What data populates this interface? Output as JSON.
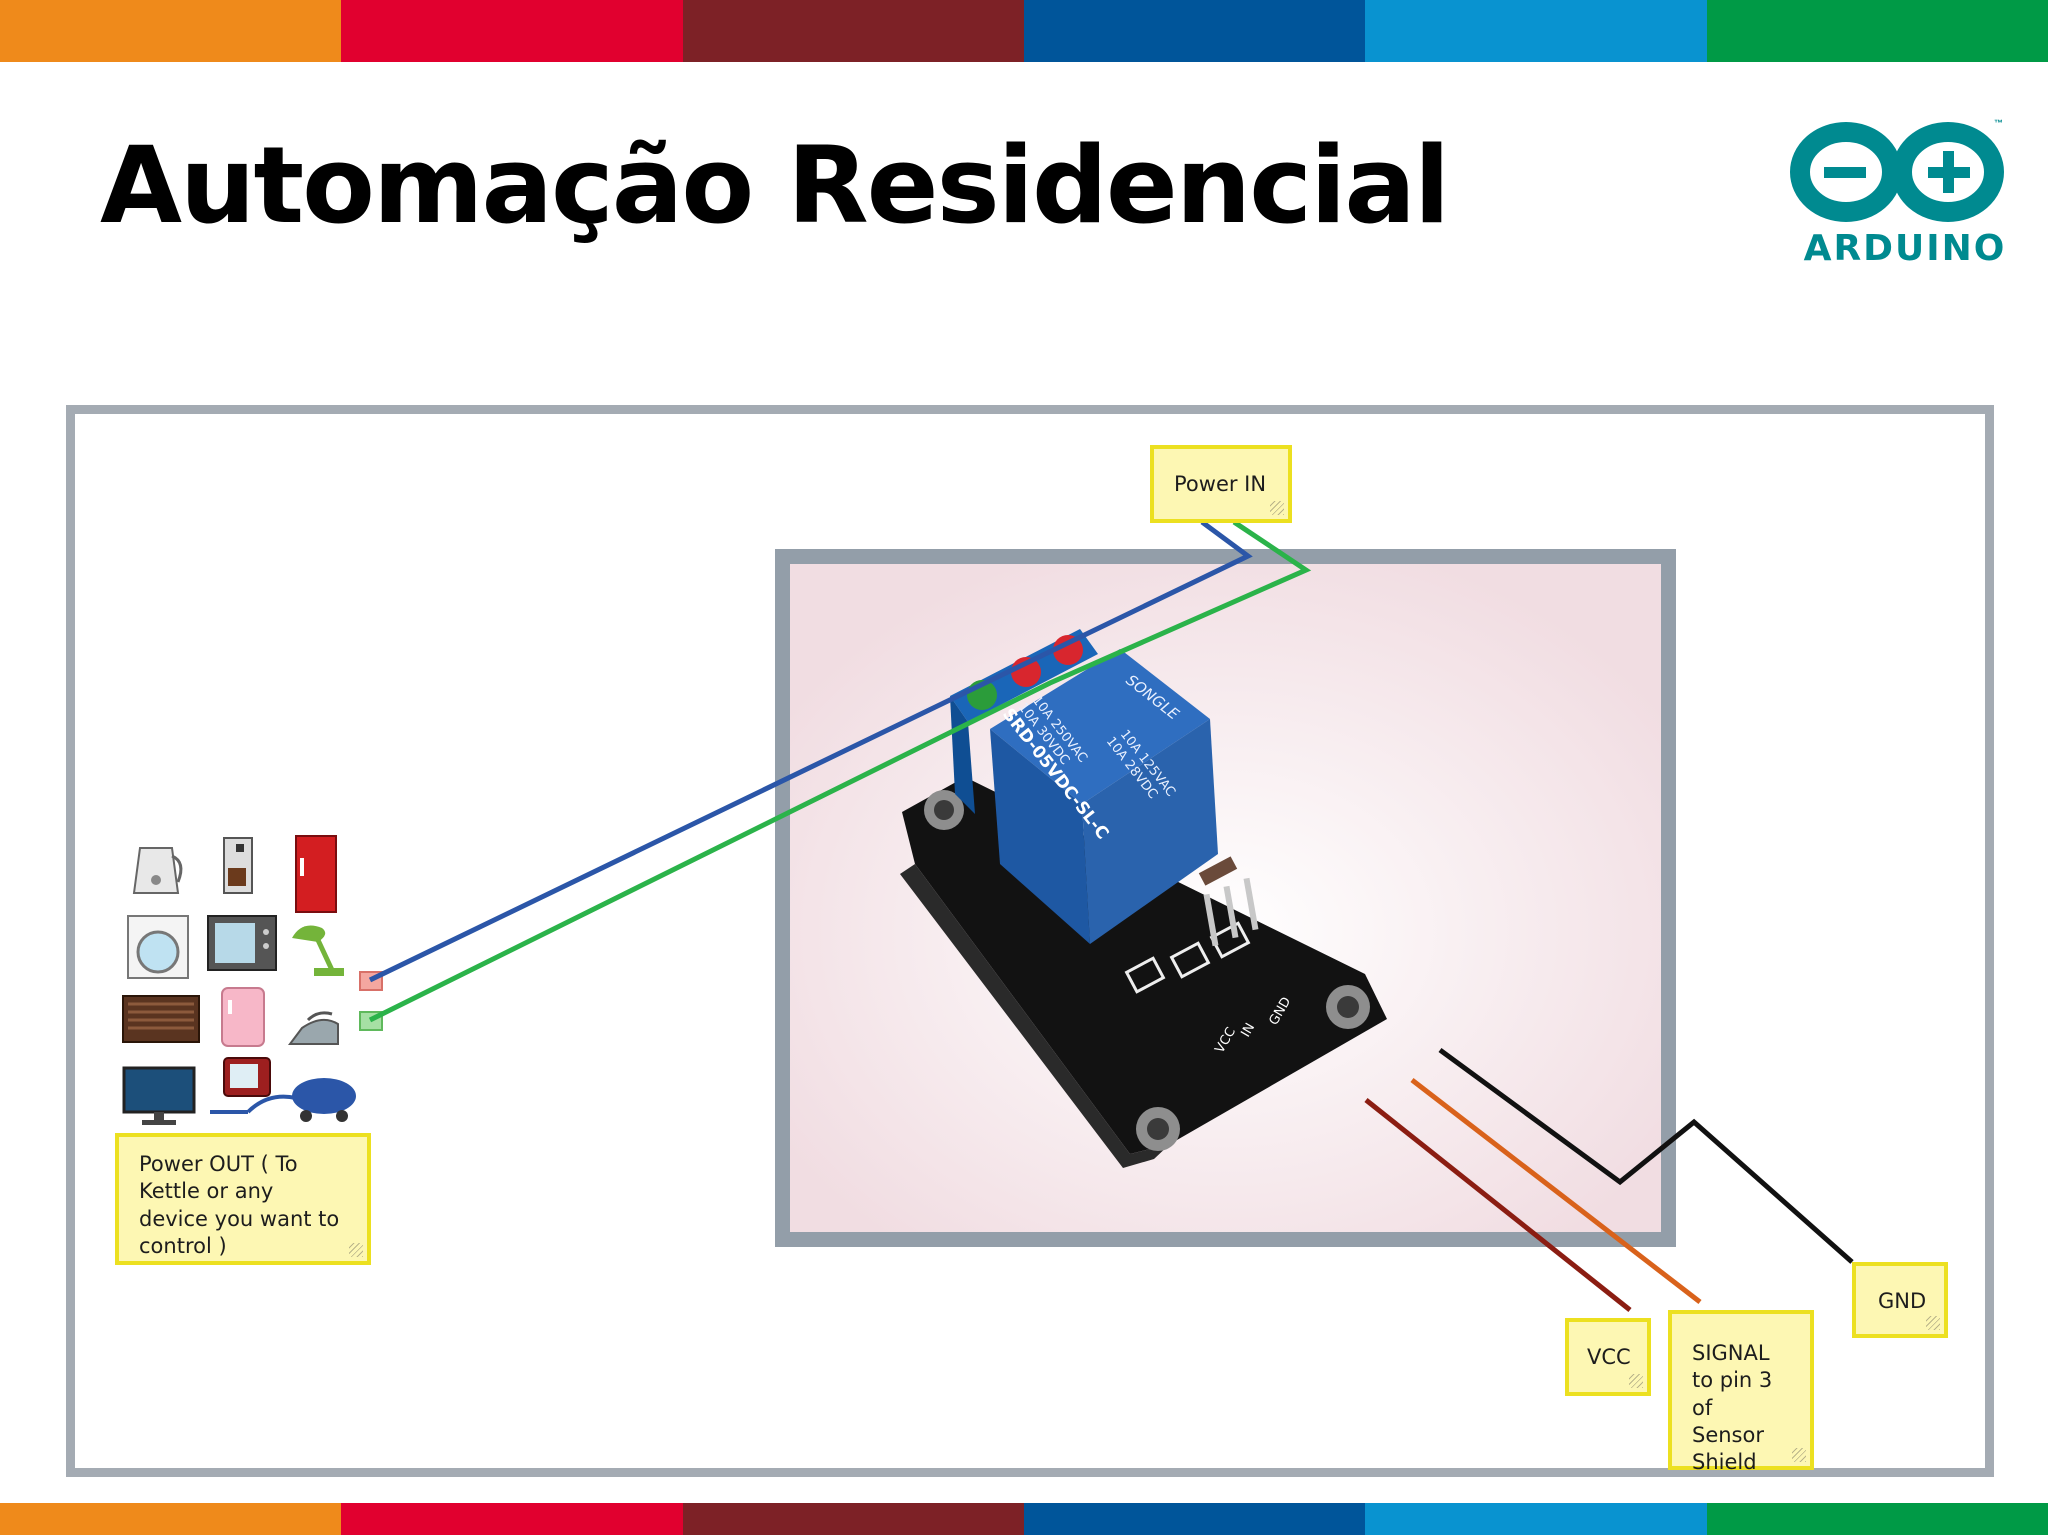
{
  "slide": {
    "title": "Automação Residencial",
    "stripe_colors": [
      "#ef8a1b",
      "#e1002f",
      "#7d2126",
      "#00559a",
      "#0993d0",
      "#009a46"
    ]
  },
  "logo": {
    "text": "ARDUINO",
    "tm": "™",
    "color": "#008a90"
  },
  "diagram": {
    "labels": {
      "power_in": "Power IN",
      "power_out": "Power OUT ( To Kettle or any device you want to control )",
      "vcc": "VCC",
      "signal": "SIGNAL to pin 3 of Sensor Shield",
      "gnd": "GND"
    },
    "relay_module": {
      "brand": "SONGLE",
      "model": "SRD-05VDC-SL-C",
      "rating_ac": "10A 250VAC",
      "rating_dc": "10A 30VDC",
      "rating_ac2": "10A 125VAC",
      "rating_dc2": "10A 28VDC",
      "pins": [
        "VCC",
        "IN",
        "GND"
      ]
    },
    "wire_colors": {
      "blue": "#2b56a8",
      "green": "#2bb34a",
      "dark_red": "#8b1d12",
      "orange": "#d9621b",
      "black": "#111111"
    },
    "appliances": [
      "kettle-icon",
      "coffee-maker-icon",
      "refrigerator-icon",
      "washing-machine-icon",
      "microwave-icon",
      "desk-lamp-icon",
      "air-conditioner-icon",
      "mini-fridge-icon",
      "iron-icon",
      "monitor-icon",
      "television-icon",
      "vacuum-cleaner-icon"
    ]
  }
}
